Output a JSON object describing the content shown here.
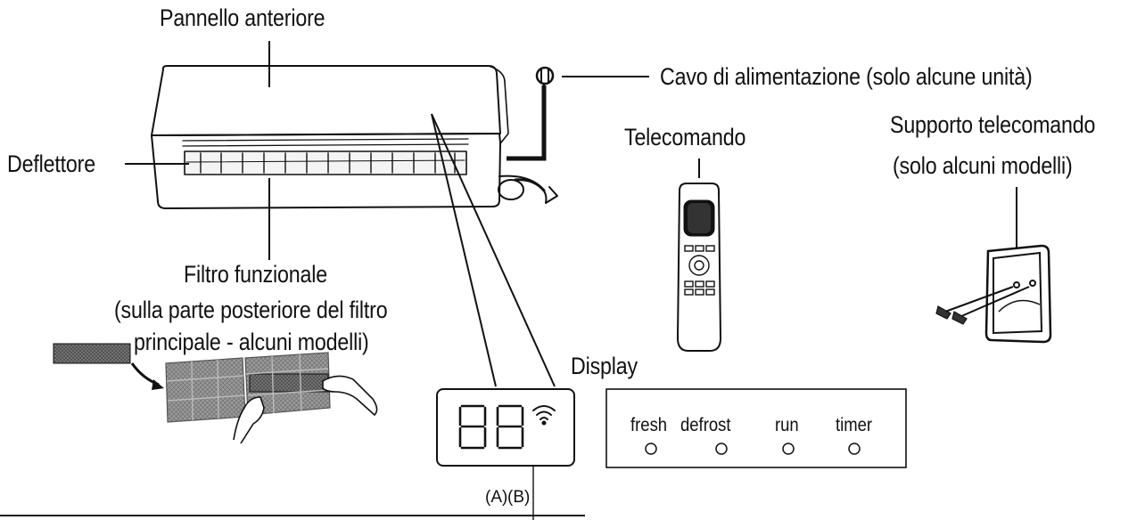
{
  "labels": {
    "front_panel": "Pannello anteriore",
    "power_cable": "Cavo di alimentazione (solo alcune unità)",
    "deflector": "Deflettore",
    "remote": "Telecomando",
    "remote_holder_line1": "Supporto telecomando",
    "remote_holder_line2": "(solo alcuni modelli)",
    "filter_line1": "Filtro funzionale",
    "filter_line2": "(sulla parte posteriore del filtro",
    "filter_line3": "principale - alcuni modelli)",
    "display": "Display"
  },
  "display_a": {
    "digits": "88",
    "caption_a": "(A)",
    "caption_b": "(B)",
    "icon": "wifi-icon"
  },
  "display_b": {
    "indicators": [
      {
        "label": "fresh"
      },
      {
        "label": "defrost"
      },
      {
        "label": "run"
      },
      {
        "label": "timer"
      }
    ]
  },
  "colors": {
    "line": "#111111",
    "filter": "#8a8a8a"
  }
}
